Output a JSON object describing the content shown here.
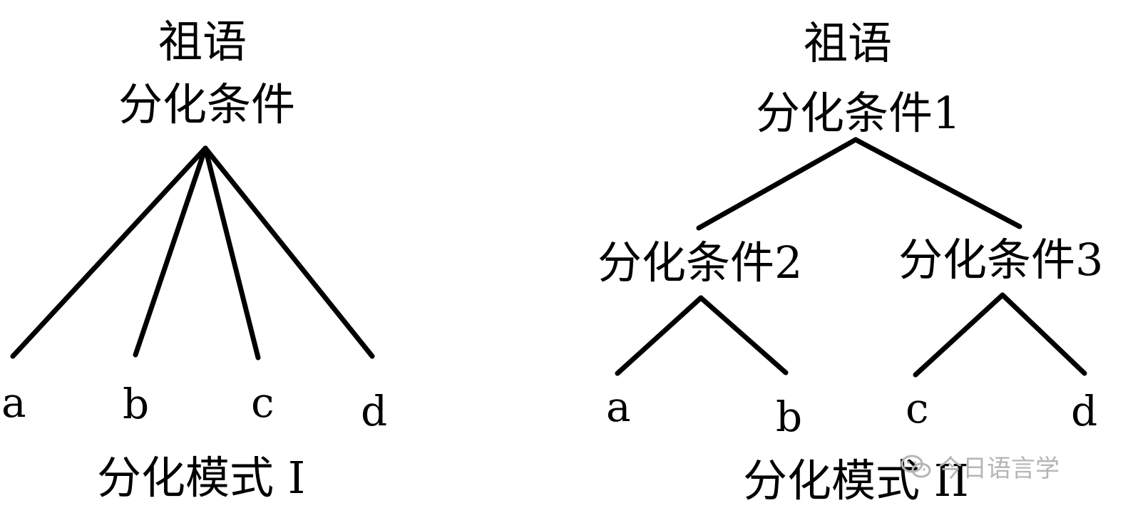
{
  "left_tree": {
    "root_label": "祖语",
    "condition_label": "分化条件",
    "leaves": [
      "a",
      "b",
      "c",
      "d"
    ],
    "caption": "分化模式 I"
  },
  "right_tree": {
    "root_label": "祖语",
    "condition_top_label": "分化条件1",
    "condition_left_label": "分化条件2",
    "condition_right_label": "分化条件3",
    "leaves": [
      "a",
      "b",
      "c",
      "d"
    ],
    "caption": "分化模式 II"
  },
  "watermark": {
    "text": "今日语言学",
    "icon": "wechat-icon"
  },
  "colors": {
    "ink": "#000000",
    "watermark": "#b5b5b5"
  }
}
